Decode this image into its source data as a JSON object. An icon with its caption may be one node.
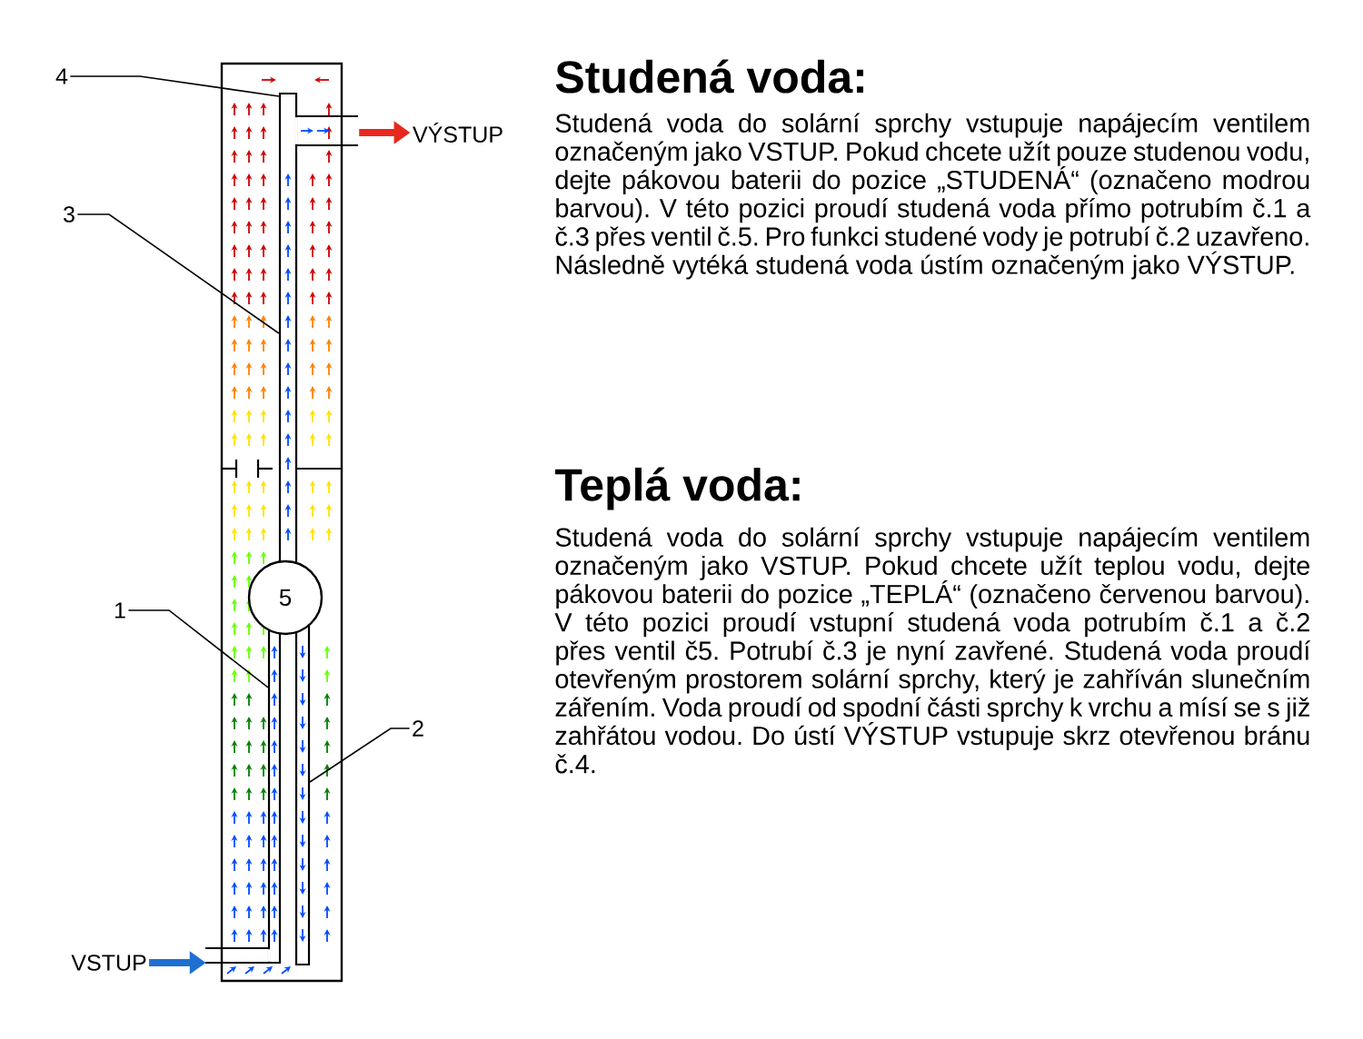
{
  "diagram": {
    "nodes": [
      {
        "text": [
          "4"
        ]
      },
      {
        "text": [
          "3"
        ]
      },
      {
        "text": [
          "1"
        ]
      },
      {
        "text": [
          "2"
        ]
      },
      {
        "text": [],
        "shape": "box"
      },
      {
        "text": [
          "5"
        ],
        "in": 4
      },
      {
        "text": [
          "VÝSTUP"
        ]
      },
      {
        "text": [
          "VSTUP"
        ]
      },
      {
        "text": [],
        "shape": "bar",
        "in": 4
      },
      {
        "text": [],
        "shape": "bar",
        "in": 4
      },
      {
        "text": [],
        "shape": "bar",
        "in": 4
      }
    ],
    "edges": [
      {
        "from": 0,
        "to": 8,
        "arrow": "none"
      },
      {
        "from": 1,
        "to": 8,
        "arrow": "none"
      },
      {
        "from": 2,
        "to": 9,
        "arrow": "none"
      },
      {
        "from": 3,
        "to": 10,
        "arrow": "none"
      },
      {
        "from": 4,
        "to": 6,
        "arrow": "to",
        "style": "thick",
        "color": "#e8281e"
      },
      {
        "from": 7,
        "to": 4,
        "arrow": "to",
        "style": "thick",
        "color": "#1f6fd0"
      }
    ],
    "labels": [
      "Studená voda:",
      "Studená voda do solární sprchy vstupuje napájecím ventilem označeným jako VSTUP. Pokud chcete užít pouze studenou vodu, dejte pákovou baterii do pozice „STUDENÁ“ (označeno modrou barvou). V této pozici proudí studená voda přímo potrubím č.1 a č.3 přes ventil č.5. Pro funkci studené vody je potrubí č.2 uzavřeno. Následně vytéká studená voda ústím označeným jako VÝSTUP.",
      "Teplá voda:",
      "Studená voda do solární sprchy vstupuje napájecím ventilem označeným jako VSTUP. Pokud chcete užít teplou vodu, dejte pákovou baterii do pozice „TEPLÁ“ (označeno červenou barvou). V této pozici proudí vstupní studená voda potrubím č.1 a č.2 přes ventil č5. Potrubí č.3 je nyní zavřené. Studená voda proudí otevřeným prostorem solární sprchy, který je zahříván slunečním zářením. Voda proudí od spodní části sprchy k vrchu a mísí se s již zahřátou vodou. Do ústí VÝSTUP vstupuje skrz otevřenou bránu č.4."
    ]
  }
}
